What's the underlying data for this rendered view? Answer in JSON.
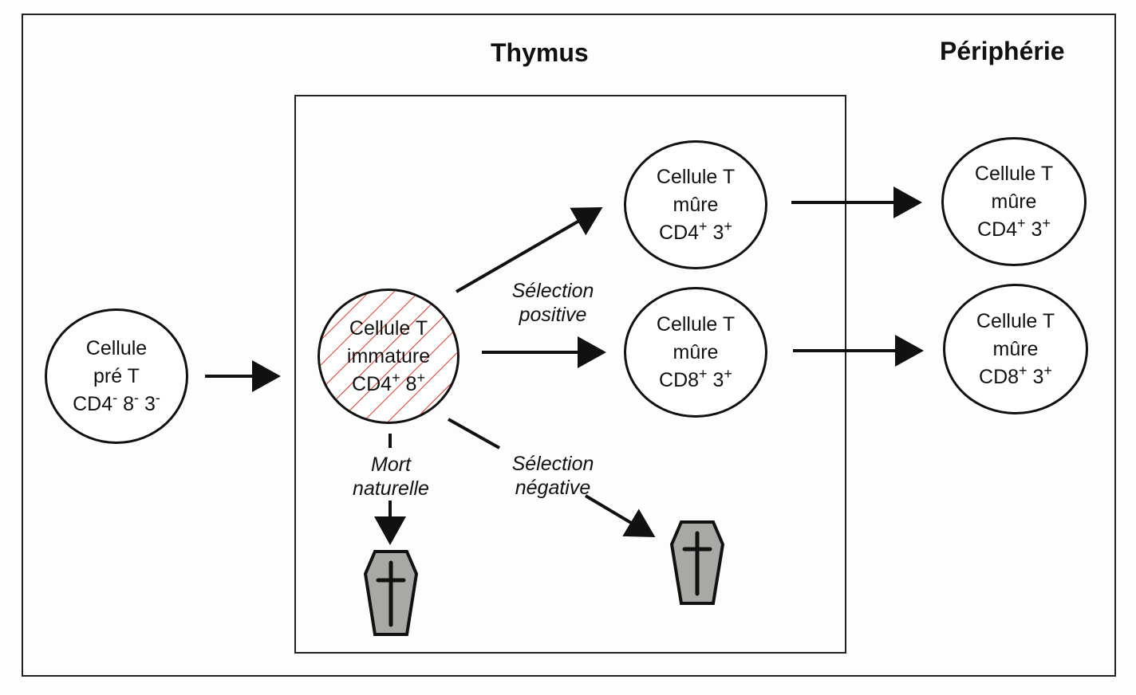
{
  "headings": {
    "thymus": "Thymus",
    "peripherie": "Périphérie"
  },
  "cells": {
    "pre_t": {
      "line1": "Cellule",
      "line2": "pré T",
      "marker": "CD4",
      "sup1": "-",
      "m2": " 8",
      "sup2": "-",
      "m3": " 3",
      "sup3": "-"
    },
    "immature": {
      "line1": "Cellule T",
      "line2": "immature",
      "marker": "CD4",
      "sup1": "+",
      "m2": " 8",
      "sup2": "+"
    },
    "mature_cd4_thymus": {
      "line1": "Cellule T",
      "line2": "mûre",
      "marker": "CD4",
      "sup1": "+",
      "m2": " 3",
      "sup2": "+"
    },
    "mature_cd8_thymus": {
      "line1": "Cellule T",
      "line2": "mûre",
      "marker": "CD8",
      "sup1": "+",
      "m2": " 3",
      "sup2": "+"
    },
    "mature_cd4_periph": {
      "line1": "Cellule T",
      "line2": "mûre",
      "marker": "CD4",
      "sup1": "+",
      "m2": " 3",
      "sup2": "+"
    },
    "mature_cd8_periph": {
      "line1": "Cellule T",
      "line2": "mûre",
      "marker": "CD8",
      "sup1": "+",
      "m2": " 3",
      "sup2": "+"
    }
  },
  "labels": {
    "selection_positive": {
      "line1": "Sélection",
      "line2": "positive"
    },
    "selection_negative": {
      "line1": "Sélection",
      "line2": "négative"
    },
    "mort_naturelle": {
      "line1": "Mort",
      "line2": "naturelle"
    }
  },
  "icons": {
    "coffin": "coffin-with-cross",
    "hatch_color": "#e8321e",
    "coffin_fill": "#a8a8a4"
  }
}
